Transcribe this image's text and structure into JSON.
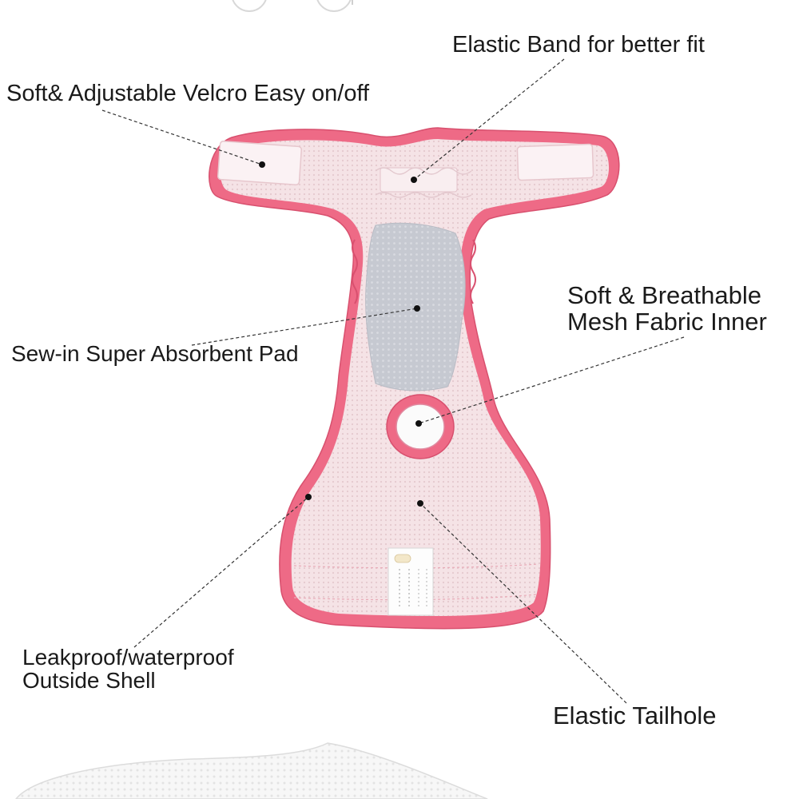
{
  "labels": {
    "velcro": "Soft& Adjustable Velcro Easy on/off",
    "elastic_band": "Elastic Band for better fit",
    "pad": "Sew-in Super Absorbent Pad",
    "mesh_line1": "Soft & Breathable",
    "mesh_line2": "Mesh Fabric Inner",
    "shell_line1": "Leakproof/waterproof",
    "shell_line2": "Outside Shell",
    "tailhole": "Elastic Tailhole"
  },
  "colors": {
    "trim": "#ee6a86",
    "inner": "#f6e6e8",
    "pad": "#c9ccd4",
    "velcro": "#fbf3f4",
    "text": "#1a1a1a"
  }
}
